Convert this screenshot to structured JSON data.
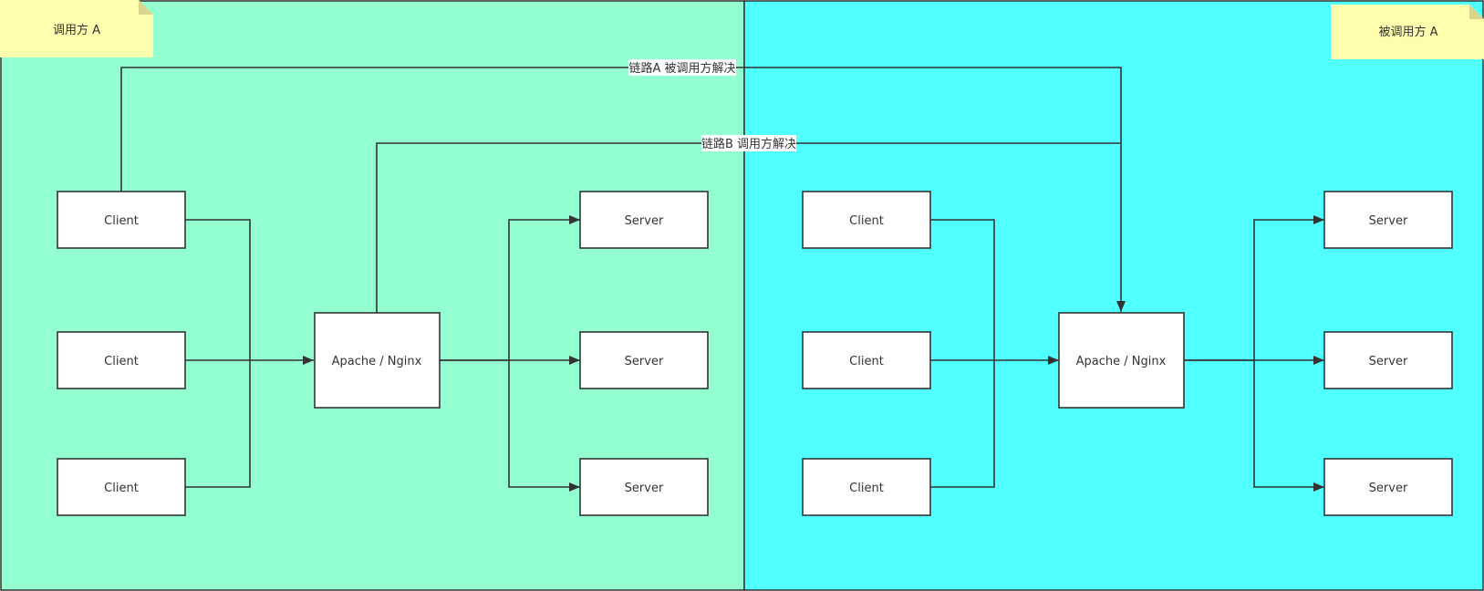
{
  "colors": {
    "left_zone": "#93FFD1",
    "right_zone": "#50FFFF",
    "note_fill": "#FFFDAE",
    "note_fold": "#D9D48C",
    "box_fill": "#FFFFFF",
    "stroke": "#333333"
  },
  "notes": {
    "caller": "调用方 A",
    "callee": "被调用方 A"
  },
  "caller_side": {
    "clients": [
      "Client",
      "Client",
      "Client"
    ],
    "proxy": "Apache / Nginx",
    "servers": [
      "Server",
      "Server",
      "Server"
    ]
  },
  "callee_side": {
    "clients": [
      "Client",
      "Client",
      "Client"
    ],
    "proxy": "Apache / Nginx",
    "servers": [
      "Server",
      "Server",
      "Server"
    ]
  },
  "links": {
    "link_a": "链路A 被调用方解决",
    "link_b": "链路B 调用方解决"
  }
}
